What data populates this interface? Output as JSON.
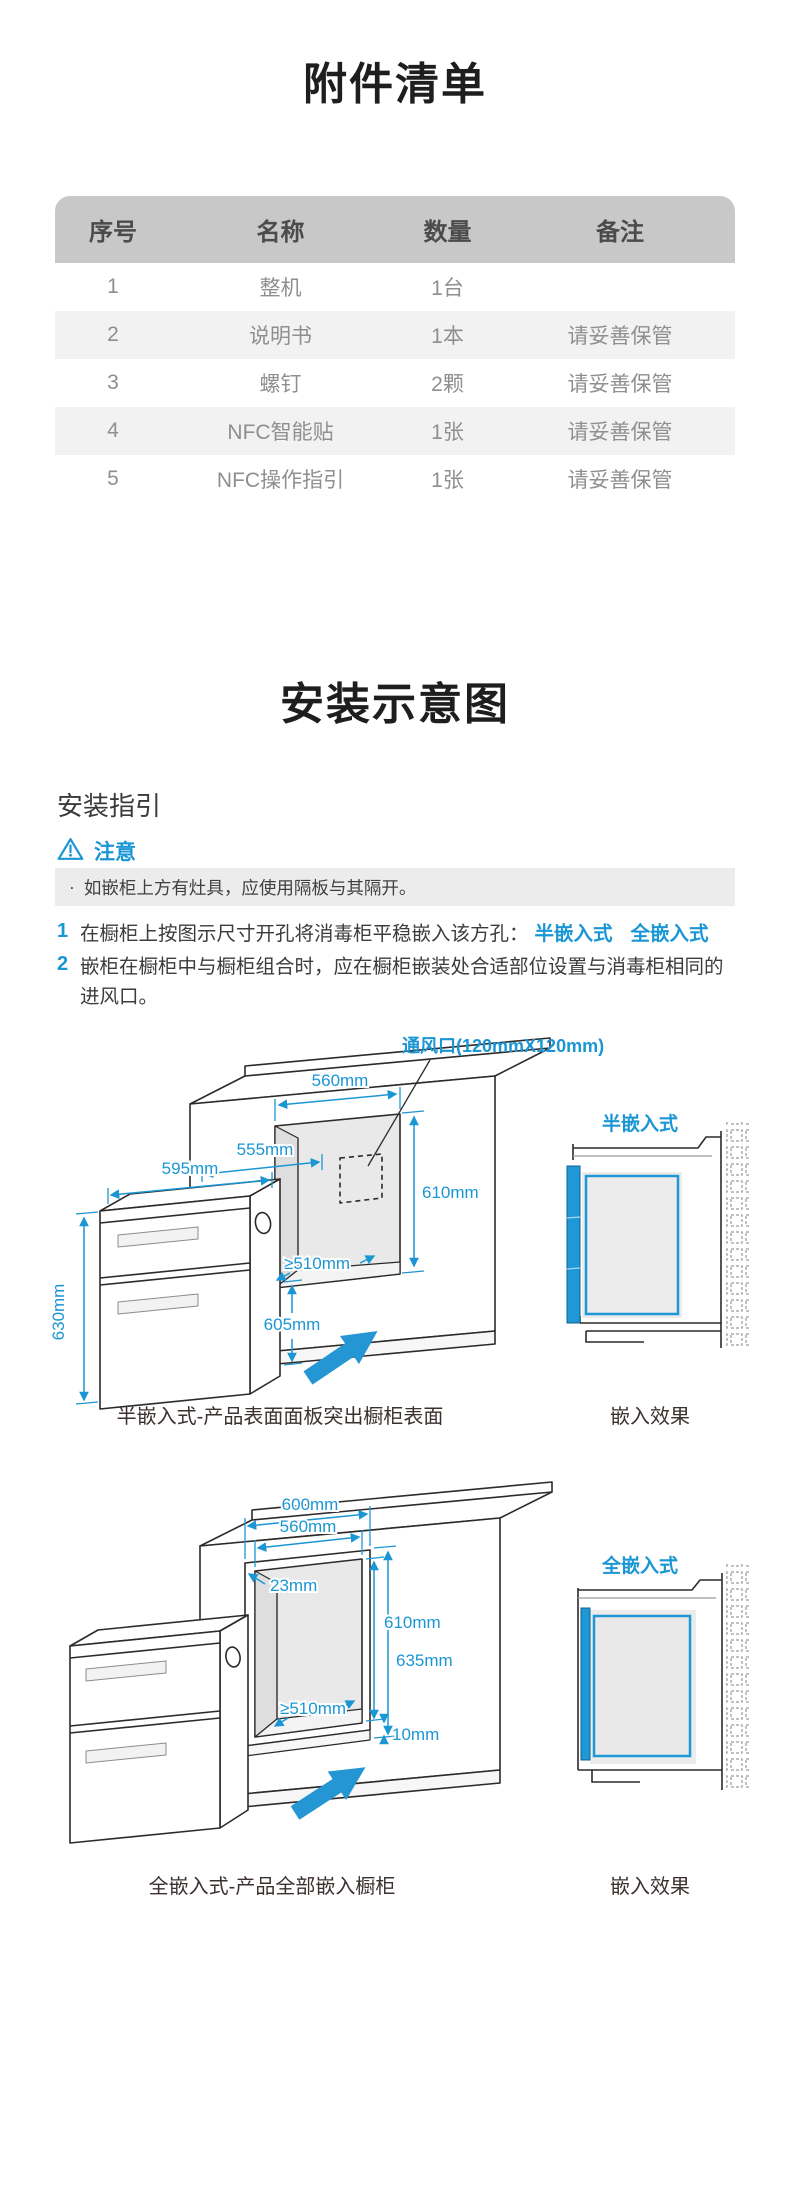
{
  "titles": {
    "accessories": "附件清单",
    "installation": "安装示意图"
  },
  "accessories_table": {
    "headers": [
      "序号",
      "名称",
      "数量",
      "备注"
    ],
    "rows": [
      {
        "no": "1",
        "name": "整机",
        "qty": "1台",
        "note": ""
      },
      {
        "no": "2",
        "name": "说明书",
        "qty": "1本",
        "note": "请妥善保管"
      },
      {
        "no": "3",
        "name": "螺钉",
        "qty": "2颗",
        "note": "请妥善保管"
      },
      {
        "no": "4",
        "name": "NFC智能贴",
        "qty": "1张",
        "note": "请妥善保管"
      },
      {
        "no": "5",
        "name": "NFC操作指引",
        "qty": "1张",
        "note": "请妥善保管"
      }
    ]
  },
  "install_guide": {
    "section_title": "安装指引",
    "notice_label": "注意",
    "note_bullet": "·",
    "note_text": "如嵌柜上方有灶具，应使用隔板与其隔开。",
    "steps": [
      {
        "num": "1",
        "text": "在橱柜上按图示尺寸开孔将消毒柜平稳嵌入该方孔：",
        "link1": "半嵌入式",
        "link2": "全嵌入式"
      },
      {
        "num": "2",
        "text": "嵌柜在橱柜中与橱柜组合时，应在橱柜嵌装处合适部位设置与消毒柜相同的进风口。"
      }
    ]
  },
  "diagram_semi": {
    "vent_label": "通风口(120mmX120mm)",
    "opening_width": "560mm",
    "counter_width": "555mm",
    "product_width": "595mm",
    "opening_height": "610mm",
    "product_height": "630mm",
    "depth": "≥510mm",
    "base_height": "605mm",
    "inset_title": "半嵌入式",
    "caption": "半嵌入式-产品表面面板突出橱柜表面",
    "inset_caption": "嵌入效果"
  },
  "diagram_full": {
    "outer_width": "600mm",
    "opening_width": "560mm",
    "frame_width": "23mm",
    "opening_height": "610mm",
    "total_height": "635mm",
    "depth": "≥510mm",
    "bottom_gap": "10mm",
    "inset_title": "全嵌入式",
    "caption": "全嵌入式-产品全部嵌入橱柜",
    "inset_caption": "嵌入效果"
  },
  "colors": {
    "accent_blue": "#1b96d4",
    "arrow_blue": "#2496d3",
    "table_header_gray": "#c8c8c8",
    "row_alt_gray": "#f2f2f2",
    "note_bg": "#ececec",
    "line_dark": "#2e2a29"
  }
}
